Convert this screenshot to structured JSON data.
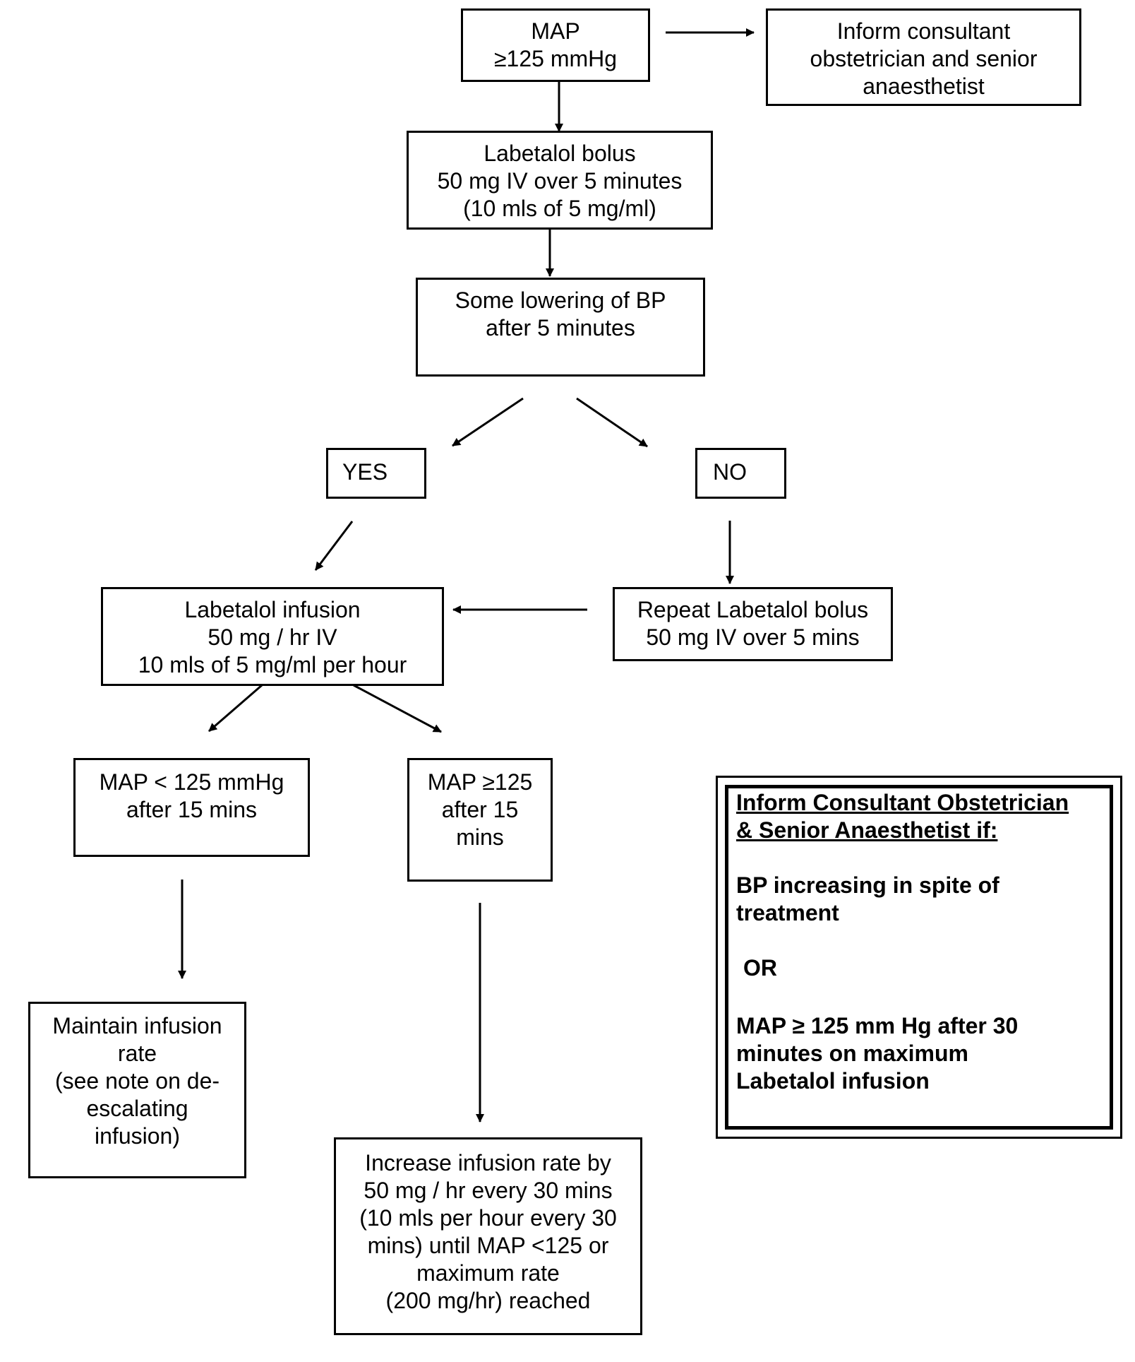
{
  "flowchart": {
    "map_high": {
      "lines": [
        "MAP",
        "≥125 mmHg"
      ]
    },
    "inform_top": {
      "lines": [
        "Inform consultant",
        "obstetrician and senior",
        "anaesthetist"
      ]
    },
    "bolus": {
      "lines": [
        "Labetalol bolus",
        "50 mg IV over 5 minutes",
        "(10 mls of 5 mg/ml)"
      ]
    },
    "lowering_check": {
      "lines": [
        "Some lowering of BP",
        "after 5 minutes"
      ]
    },
    "yes": {
      "lines": [
        "YES"
      ]
    },
    "no": {
      "lines": [
        "NO"
      ]
    },
    "infusion": {
      "lines": [
        "Labetalol infusion",
        "50 mg / hr IV",
        "10 mls of 5 mg/ml per hour"
      ]
    },
    "repeat_bolus": {
      "lines": [
        "Repeat Labetalol bolus",
        "50 mg IV over 5 mins"
      ]
    },
    "map_low_15": {
      "lines": [
        "MAP < 125 mmHg",
        "after 15 mins"
      ]
    },
    "map_high_15": {
      "lines": [
        "MAP ≥125",
        "after 15",
        "mins"
      ]
    },
    "maintain": {
      "lines": [
        "Maintain infusion",
        "rate",
        "(see note on de-",
        "escalating",
        "infusion)"
      ]
    },
    "increase": {
      "lines": [
        "Increase infusion rate by",
        "50 mg / hr every 30 mins",
        "(10 mls per hour every 30",
        "mins) until MAP <125 or",
        "maximum rate",
        "(200 mg/hr) reached"
      ]
    }
  },
  "alert_box": {
    "heading": [
      "Inform Consultant Obstetrician",
      "& Senior Anaesthetist if:"
    ],
    "condition1": [
      "BP increasing in spite of",
      "treatment"
    ],
    "or_label": "OR",
    "condition2": [
      "MAP ≥ 125 mm Hg after 30",
      "minutes on maximum",
      "Labetalol infusion"
    ]
  }
}
